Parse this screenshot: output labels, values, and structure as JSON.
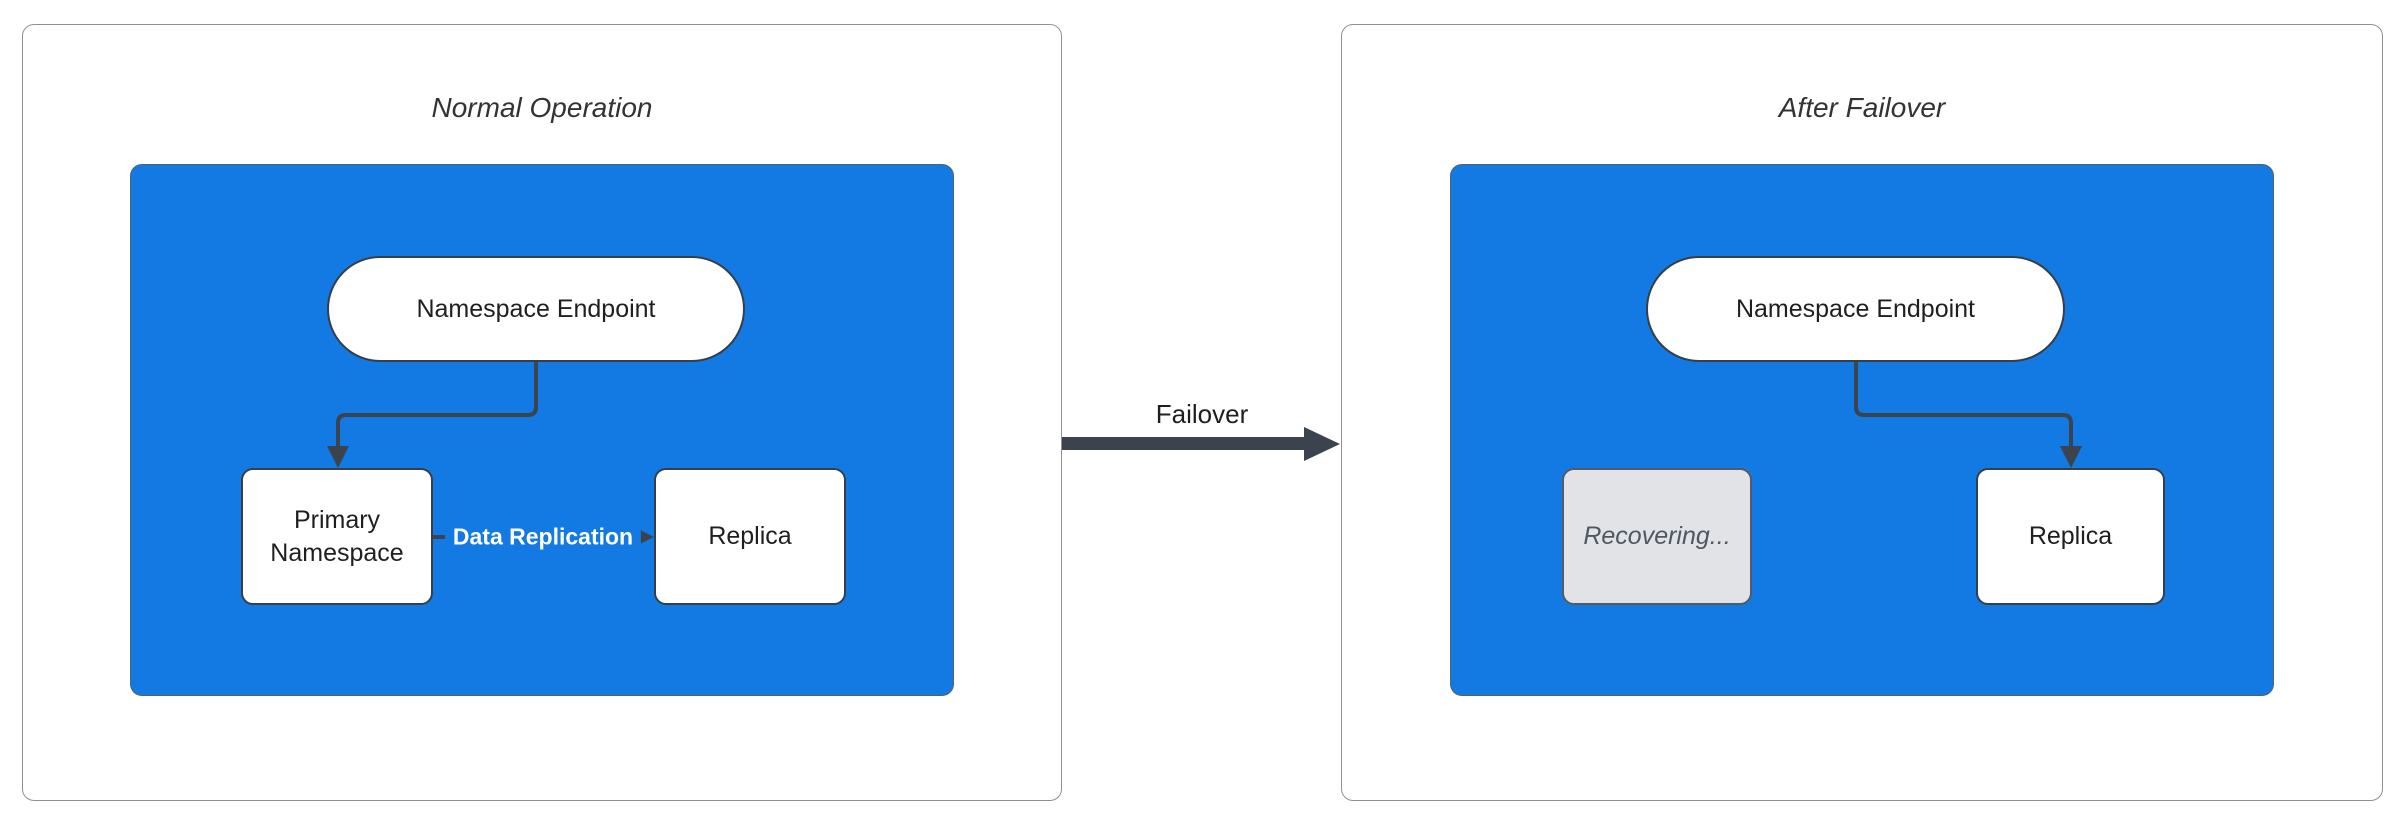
{
  "colors": {
    "blue": "#137AE3",
    "edge": "#3A434E",
    "node-border": "#363E47",
    "node-fill": "#FFFFFF",
    "node-text": "#1F1F1F",
    "title-text": "#333333",
    "panel-border": "#909090",
    "recovering-fill": "#E2E3E6",
    "recovering-border": "#525B66",
    "recovering-text": "#4E5863",
    "edge-label-text": "#FFFFFF"
  },
  "panels": [
    {
      "title": "Normal Operation",
      "nodes": {
        "endpoint": "Namespace Endpoint",
        "primary": "Primary Namespace",
        "replica": "Replica"
      },
      "edges": {
        "replication_label": "Data Replication"
      }
    },
    {
      "title": "After Failover",
      "nodes": {
        "endpoint": "Namespace Endpoint",
        "recovering": "Recovering...",
        "replica": "Replica"
      }
    }
  ],
  "transition": {
    "label": "Failover"
  }
}
